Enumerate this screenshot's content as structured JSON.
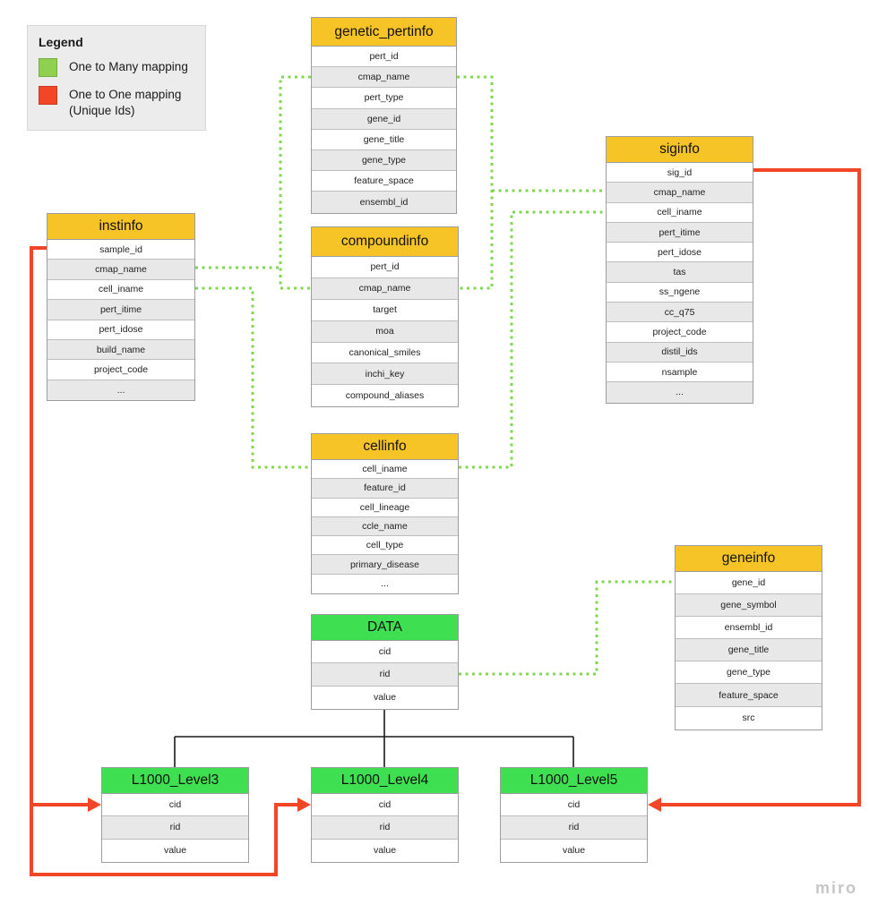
{
  "watermark": "miro",
  "colors": {
    "table_header_yellow": "#f6c426",
    "table_header_green": "#3ee052",
    "one_to_many_line": "#7fd850",
    "one_to_one_line": "#f24726",
    "hierarchy_line": "#1a1a1a"
  },
  "legend": {
    "title": "Legend",
    "items": [
      {
        "color": "#8fd14f",
        "lines": [
          "One to Many mapping"
        ]
      },
      {
        "color": "#f24726",
        "lines": [
          "One to One mapping",
          "(Unique Ids)"
        ]
      }
    ]
  },
  "tables": {
    "genetic_pertinfo": {
      "title": "genetic_pertinfo",
      "header_style": "yellow",
      "rows": [
        "pert_id",
        "cmap_name",
        "pert_type",
        "gene_id",
        "gene_title",
        "gene_type",
        "feature_space",
        "ensembl_id"
      ]
    },
    "siginfo": {
      "title": "siginfo",
      "header_style": "yellow",
      "rows": [
        "sig_id",
        "cmap_name",
        "cell_iname",
        "pert_itime",
        "pert_idose",
        "tas",
        "ss_ngene",
        "cc_q75",
        "project_code",
        "distil_ids",
        "nsample",
        "..."
      ]
    },
    "instinfo": {
      "title": "instinfo",
      "header_style": "yellow",
      "rows": [
        "sample_id",
        "cmap_name",
        "cell_iname",
        "pert_itime",
        "pert_idose",
        "build_name",
        "project_code",
        "..."
      ]
    },
    "compoundinfo": {
      "title": "compoundinfo",
      "header_style": "yellow",
      "rows": [
        "pert_id",
        "cmap_name",
        "target",
        "moa",
        "canonical_smiles",
        "inchi_key",
        "compound_aliases"
      ]
    },
    "cellinfo": {
      "title": "cellinfo",
      "header_style": "yellow",
      "rows": [
        "cell_iname",
        "feature_id",
        "cell_lineage",
        "ccle_name",
        "cell_type",
        "primary_disease",
        "..."
      ]
    },
    "geneinfo": {
      "title": "geneinfo",
      "header_style": "yellow",
      "rows": [
        "gene_id",
        "gene_symbol",
        "ensembl_id",
        "gene_title",
        "gene_type",
        "feature_space",
        "src"
      ]
    },
    "data": {
      "title": "DATA",
      "header_style": "green",
      "rows": [
        "cid",
        "rid",
        "value"
      ]
    },
    "l1000_level3": {
      "title": "L1000_Level3",
      "header_style": "green",
      "rows": [
        "cid",
        "rid",
        "value"
      ]
    },
    "l1000_level4": {
      "title": "L1000_Level4",
      "header_style": "green",
      "rows": [
        "cid",
        "rid",
        "value"
      ]
    },
    "l1000_level5": {
      "title": "L1000_Level5",
      "header_style": "green",
      "rows": [
        "cid",
        "rid",
        "value"
      ]
    }
  },
  "connections": [
    {
      "type": "one_to_many",
      "from": "instinfo.cmap_name",
      "to": "genetic_pertinfo.cmap_name + compoundinfo.cmap_name"
    },
    {
      "type": "one_to_many",
      "from": "genetic_pertinfo.cmap_name + compoundinfo.cmap_name",
      "to": "siginfo.cmap_name"
    },
    {
      "type": "one_to_many",
      "from": "instinfo.cell_iname",
      "to": "cellinfo.cell_iname"
    },
    {
      "type": "one_to_many",
      "from": "cellinfo.cell_iname",
      "to": "siginfo.cell_iname"
    },
    {
      "type": "one_to_many",
      "from": "DATA.rid",
      "to": "geneinfo.gene_id"
    },
    {
      "type": "one_to_one",
      "from": "instinfo.sample_id",
      "to": "L1000_Level3.cid + L1000_Level4.cid"
    },
    {
      "type": "one_to_one",
      "from": "siginfo.sig_id",
      "to": "L1000_Level5.cid"
    },
    {
      "type": "hierarchy",
      "from": "DATA.value",
      "to": "L1000_Level3 + L1000_Level4 + L1000_Level5"
    }
  ]
}
